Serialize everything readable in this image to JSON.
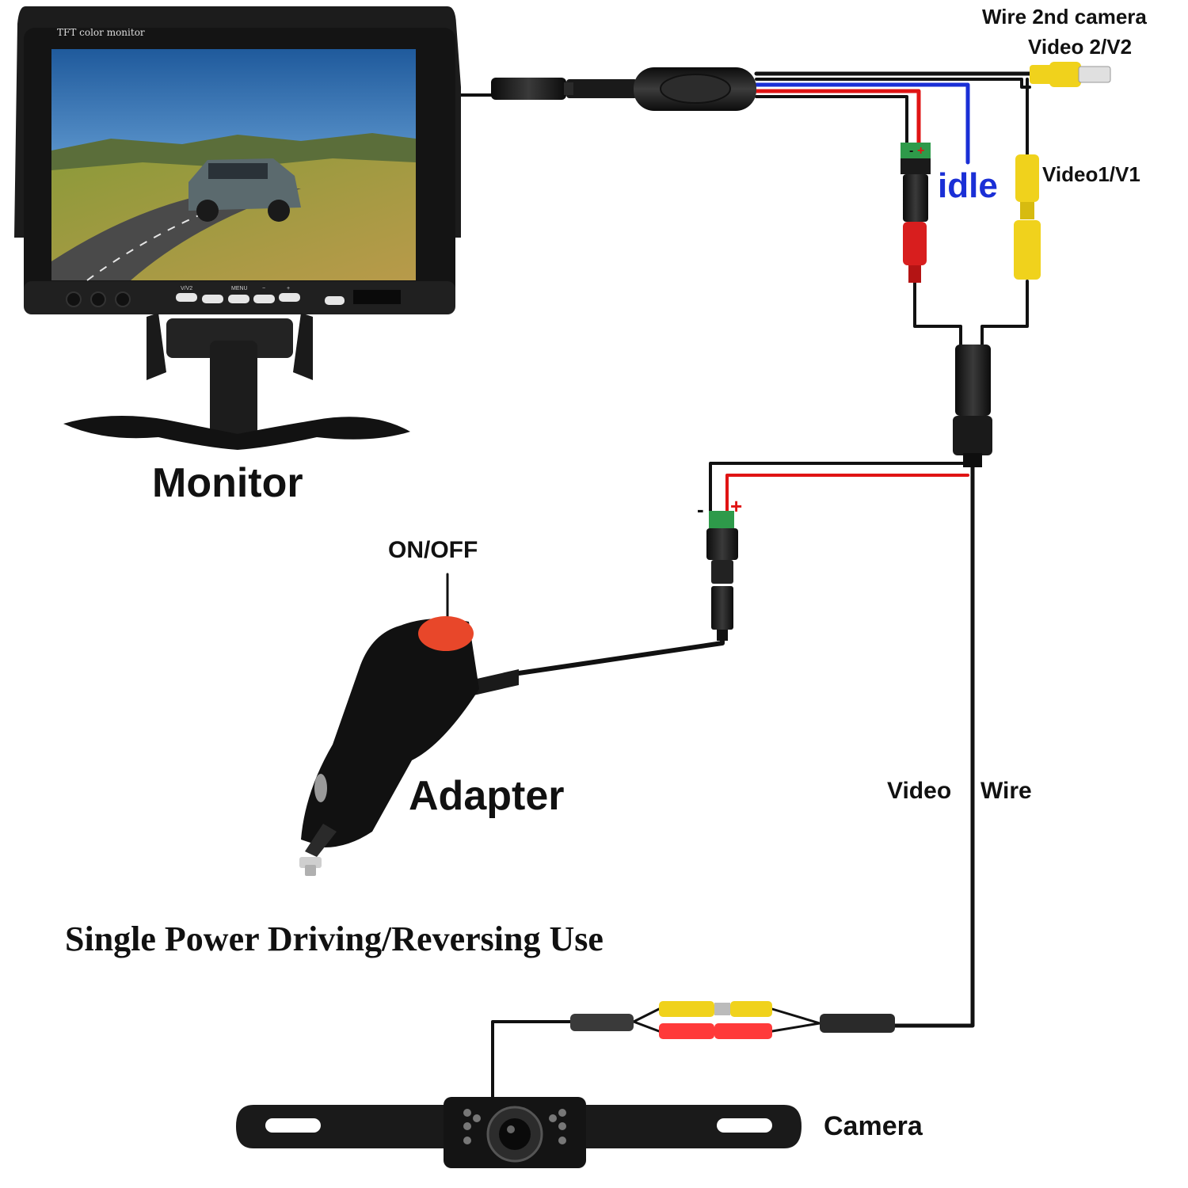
{
  "title": "Single Power Driving/Reversing Use",
  "components": {
    "monitor": "Monitor",
    "adapter": "Adapter",
    "camera": "Camera"
  },
  "monitor_screen_text": "TFT color monitor",
  "monitor_buttons": [
    "V/V2",
    "MENU",
    "−",
    "+"
  ],
  "labels": {
    "wire_2nd_camera": "Wire 2nd camera",
    "video2": "Video 2/V2",
    "idle": "idle",
    "video1": "Video1/V1",
    "on_off": "ON/OFF",
    "video_wire_left": "Video",
    "video_wire_right": "Wire",
    "minus": "-",
    "plus": "+",
    "minus_small": "-",
    "plus_small": "+"
  },
  "colors": {
    "wire_black": "#111111",
    "wire_red": "#e01414",
    "wire_blue": "#1a2fd6",
    "rca_yellow": "#f0d21c",
    "rca_red": "#d81e1e",
    "terminal_green": "#2e9a4a",
    "switch_orange": "#e8472a"
  }
}
